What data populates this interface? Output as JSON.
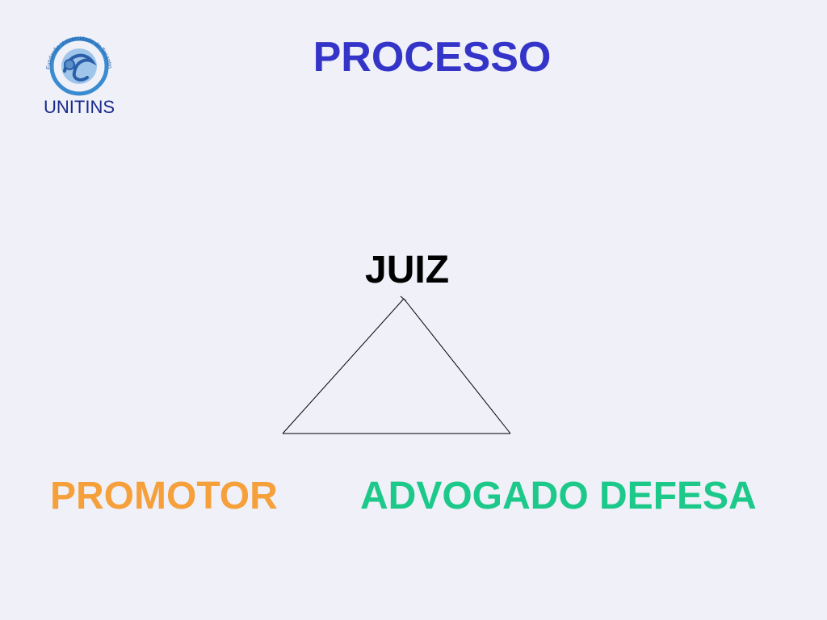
{
  "logo": {
    "wordmark": "UNITINS",
    "ring_text": "Fundação Universidade do Tocantins",
    "colors": {
      "ring": "#3a8bd0",
      "globe": "#9fc6ea",
      "wordmark": "#1a2a8a"
    }
  },
  "slide": {
    "title": "PROCESSO",
    "background": "#eff0f8"
  },
  "diagram": {
    "nodes": {
      "top": {
        "label": "JUIZ",
        "color": "#000000"
      },
      "left": {
        "label": "PROMOTOR",
        "color": "#f5a03a"
      },
      "right": {
        "label": "ADVOGADO DEFESA",
        "color": "#1dc98a"
      }
    },
    "edge_color": "#000000"
  }
}
